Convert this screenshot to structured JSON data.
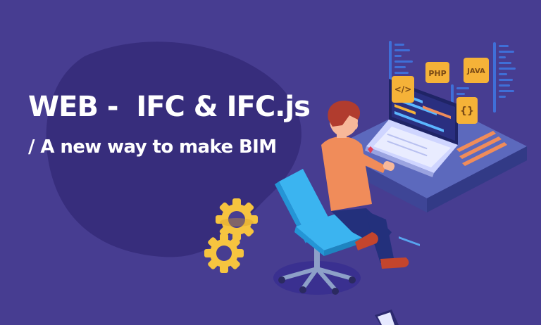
{
  "hero": {
    "title": "WEB -  IFC & IFC.js",
    "subtitle": "/ A new way to make BIM"
  },
  "illustration": {
    "badges": [
      "PHP",
      "JAVA",
      "</>",
      "{}"
    ]
  },
  "colors": {
    "background": "#473d91",
    "blob": "#372d7c",
    "desk_top": "#5c69bd",
    "desk_side": "#3e4596",
    "screen": "#2a2f80",
    "badge": "#f5b238",
    "gear": "#f6c43f",
    "chair": "#3bb4f0",
    "shirt": "#f08c5a",
    "hair": "#b13c2e",
    "pants": "#23307c"
  },
  "icons": [
    "gear-icon",
    "php-badge",
    "java-badge",
    "code-badge",
    "braces-badge"
  ]
}
